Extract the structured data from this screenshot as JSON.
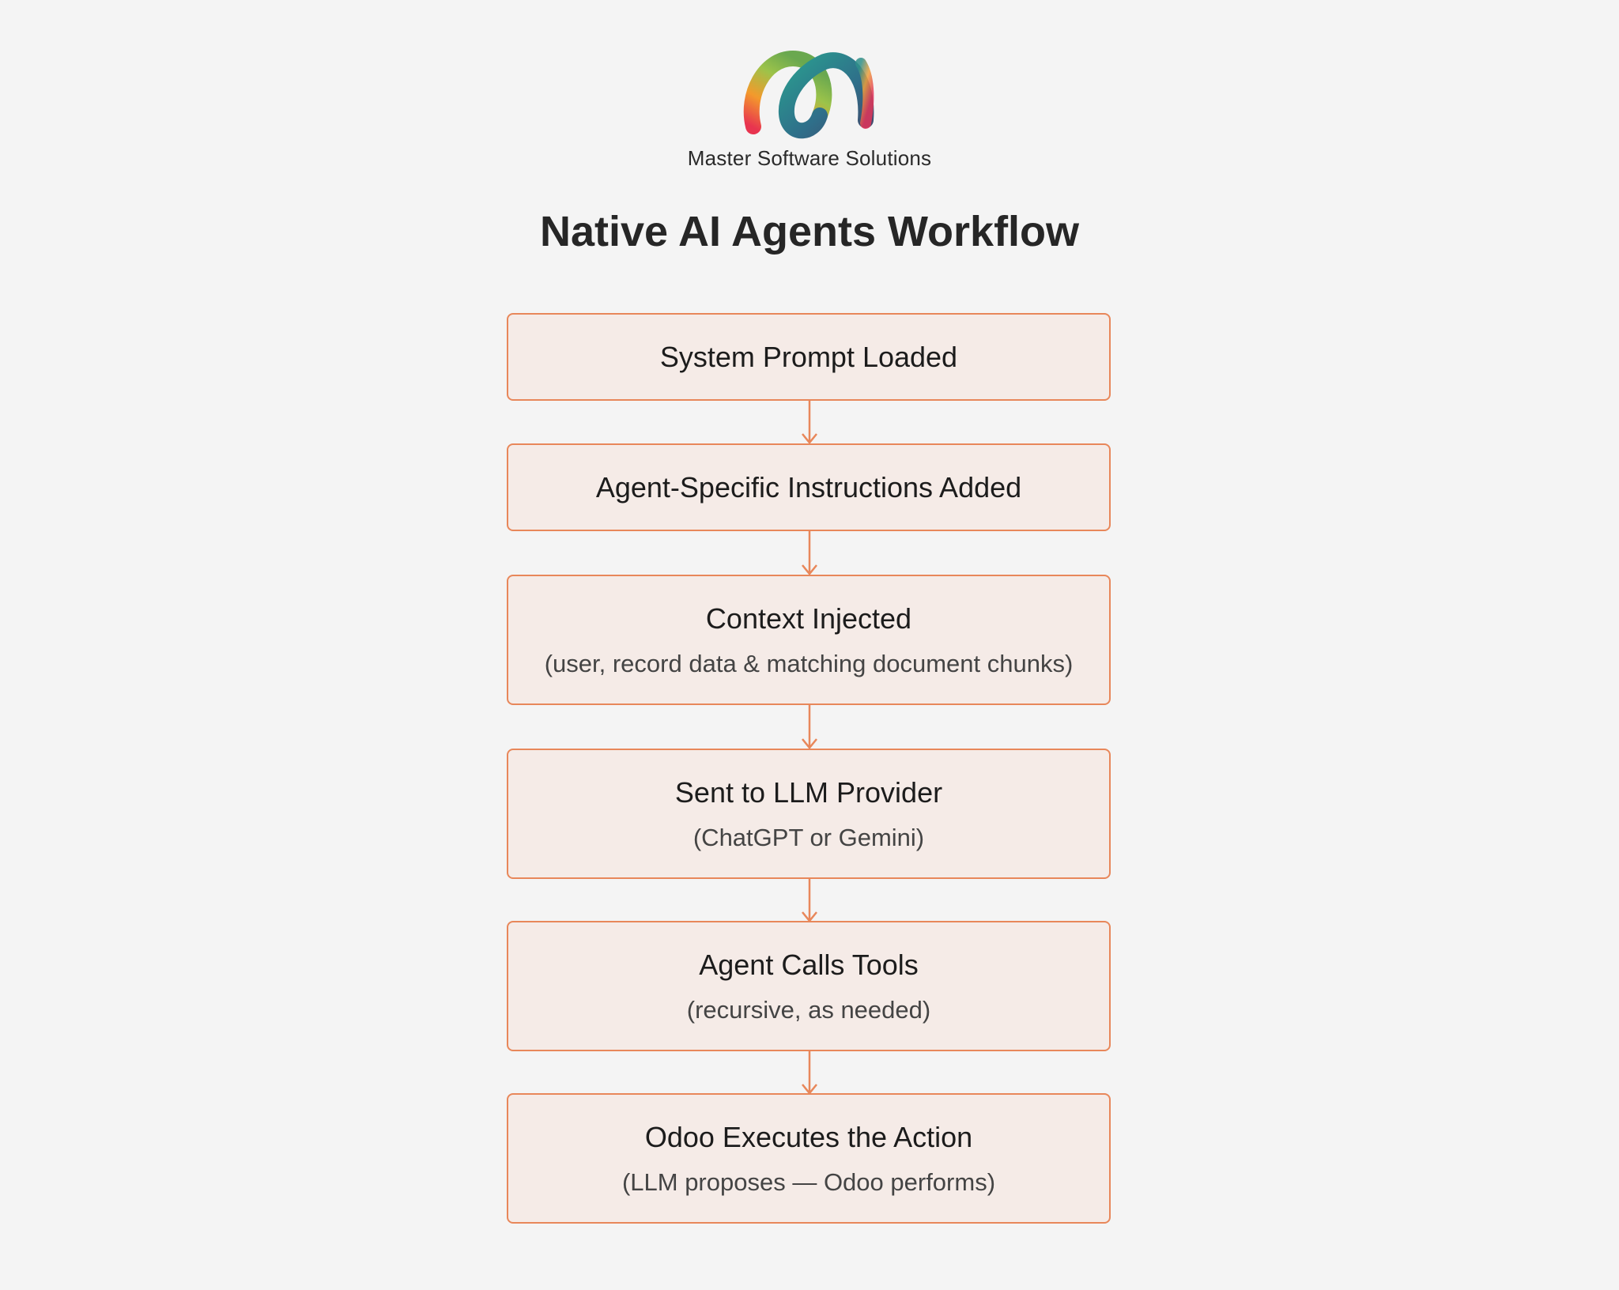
{
  "brand": {
    "name": "Master Software Solutions"
  },
  "title": "Native AI Agents Workflow",
  "colors": {
    "background": "#f4f4f4",
    "box_fill": "#f5ebe7",
    "box_border": "#e8875a",
    "arrow": "#e8875a"
  },
  "steps": [
    {
      "title": "System Prompt Loaded",
      "subtitle": ""
    },
    {
      "title": "Agent-Specific Instructions Added",
      "subtitle": ""
    },
    {
      "title": "Context Injected",
      "subtitle": "(user, record data & matching document chunks)"
    },
    {
      "title": "Sent to LLM Provider",
      "subtitle": "(ChatGPT or Gemini)"
    },
    {
      "title": "Agent Calls Tools",
      "subtitle": "(recursive, as needed)"
    },
    {
      "title": "Odoo Executes the Action",
      "subtitle": "(LLM proposes — Odoo performs)"
    }
  ]
}
